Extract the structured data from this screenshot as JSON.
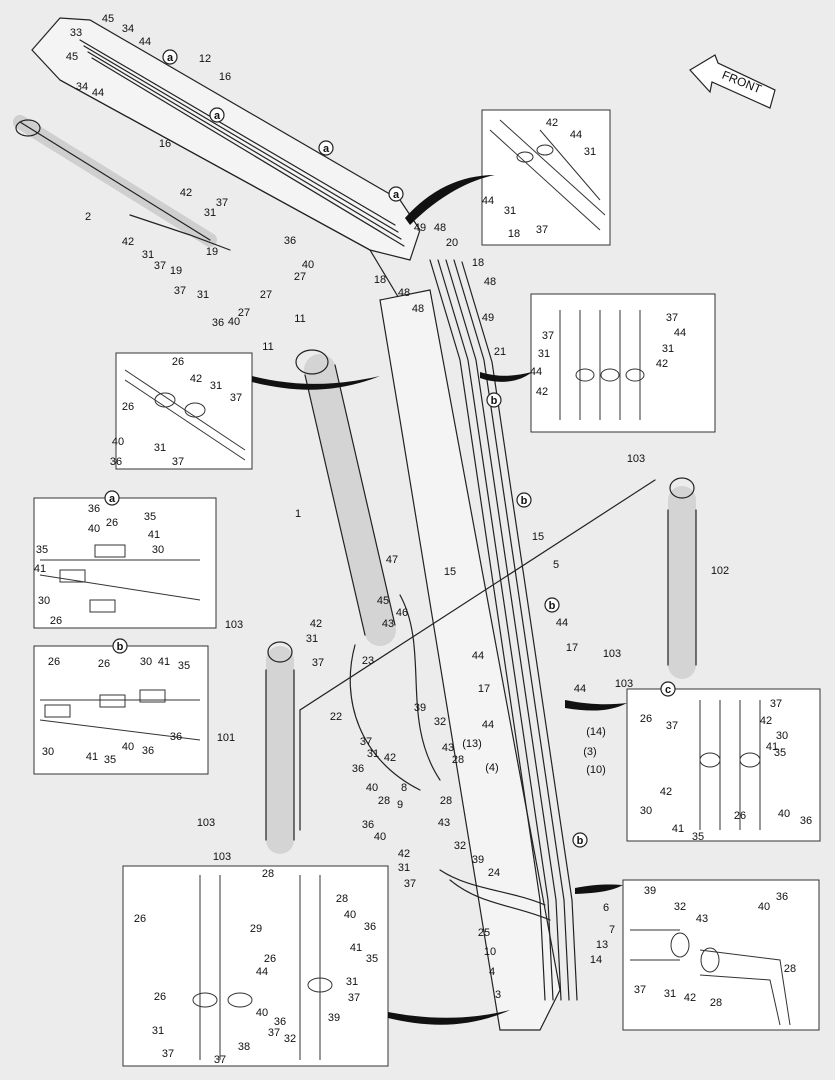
{
  "front_label": "FRONT",
  "callouts": [
    {
      "id": "45a",
      "text": "45"
    },
    {
      "id": "34a",
      "text": "34"
    },
    {
      "id": "33",
      "text": "33"
    },
    {
      "id": "44a",
      "text": "44"
    },
    {
      "id": "45b",
      "text": "45"
    },
    {
      "id": "34b",
      "text": "34"
    },
    {
      "id": "44b",
      "text": "44"
    },
    {
      "id": "12",
      "text": "12"
    },
    {
      "id": "16a",
      "text": "16"
    },
    {
      "id": "16b",
      "text": "16"
    },
    {
      "id": "2",
      "text": "2"
    },
    {
      "id": "42a",
      "text": "42"
    },
    {
      "id": "37a",
      "text": "37"
    },
    {
      "id": "31a",
      "text": "31"
    },
    {
      "id": "42b",
      "text": "42"
    },
    {
      "id": "31b",
      "text": "31"
    },
    {
      "id": "37b",
      "text": "37"
    },
    {
      "id": "19a",
      "text": "19"
    },
    {
      "id": "19b",
      "text": "19"
    },
    {
      "id": "37c",
      "text": "37"
    },
    {
      "id": "31c",
      "text": "31"
    },
    {
      "id": "36a",
      "text": "36"
    },
    {
      "id": "40a",
      "text": "40"
    },
    {
      "id": "27a",
      "text": "27"
    },
    {
      "id": "27b",
      "text": "27"
    },
    {
      "id": "27c",
      "text": "27"
    },
    {
      "id": "36b",
      "text": "36"
    },
    {
      "id": "40b",
      "text": "40"
    },
    {
      "id": "11a",
      "text": "11"
    },
    {
      "id": "11b",
      "text": "11"
    },
    {
      "id": "49a",
      "text": "49"
    },
    {
      "id": "48a",
      "text": "48"
    },
    {
      "id": "20",
      "text": "20"
    },
    {
      "id": "18a",
      "text": "18"
    },
    {
      "id": "48b",
      "text": "48"
    },
    {
      "id": "18b",
      "text": "18"
    },
    {
      "id": "48c",
      "text": "48"
    },
    {
      "id": "48d",
      "text": "48"
    },
    {
      "id": "49b",
      "text": "49"
    },
    {
      "id": "21",
      "text": "21"
    },
    {
      "id": "i1_42",
      "text": "42"
    },
    {
      "id": "i1_44a",
      "text": "44"
    },
    {
      "id": "i1_31a",
      "text": "31"
    },
    {
      "id": "i1_44b",
      "text": "44"
    },
    {
      "id": "i1_31b",
      "text": "31"
    },
    {
      "id": "i1_18",
      "text": "18"
    },
    {
      "id": "i1_37",
      "text": "37"
    },
    {
      "id": "i2_37a",
      "text": "37"
    },
    {
      "id": "i2_44a",
      "text": "44"
    },
    {
      "id": "i2_37b",
      "text": "37"
    },
    {
      "id": "i2_31a",
      "text": "31"
    },
    {
      "id": "i2_31b",
      "text": "31"
    },
    {
      "id": "i2_42a",
      "text": "42"
    },
    {
      "id": "i2_44b",
      "text": "44"
    },
    {
      "id": "i2_42b",
      "text": "42"
    },
    {
      "id": "i3_26",
      "text": "26"
    },
    {
      "id": "i3_42",
      "text": "42"
    },
    {
      "id": "i3_31a",
      "text": "31"
    },
    {
      "id": "i3_26b",
      "text": "26"
    },
    {
      "id": "i3_37a",
      "text": "37"
    },
    {
      "id": "i3_40",
      "text": "40"
    },
    {
      "id": "i3_31b",
      "text": "31"
    },
    {
      "id": "i3_36",
      "text": "36"
    },
    {
      "id": "i3_37b",
      "text": "37"
    },
    {
      "id": "ia_36",
      "text": "36"
    },
    {
      "id": "ia_35",
      "text": "35"
    },
    {
      "id": "ia_40",
      "text": "40"
    },
    {
      "id": "ia_26",
      "text": "26"
    },
    {
      "id": "ia_41a",
      "text": "41"
    },
    {
      "id": "ia_30a",
      "text": "30"
    },
    {
      "id": "ia_35b",
      "text": "35"
    },
    {
      "id": "ia_41b",
      "text": "41"
    },
    {
      "id": "ia_30b",
      "text": "30"
    },
    {
      "id": "ia_26b",
      "text": "26"
    },
    {
      "id": "ib_26a",
      "text": "26"
    },
    {
      "id": "ib_26b",
      "text": "26"
    },
    {
      "id": "ib_30a",
      "text": "30"
    },
    {
      "id": "ib_41a",
      "text": "41"
    },
    {
      "id": "ib_35a",
      "text": "35"
    },
    {
      "id": "ib_30b",
      "text": "30"
    },
    {
      "id": "ib_41b",
      "text": "41"
    },
    {
      "id": "ib_35b",
      "text": "35"
    },
    {
      "id": "ib_40",
      "text": "40"
    },
    {
      "id": "ib_36a",
      "text": "36"
    },
    {
      "id": "ib_36b",
      "text": "36"
    },
    {
      "id": "1",
      "text": "1"
    },
    {
      "id": "47",
      "text": "47"
    },
    {
      "id": "46",
      "text": "46"
    },
    {
      "id": "45c",
      "text": "45"
    },
    {
      "id": "43a",
      "text": "43"
    },
    {
      "id": "42c",
      "text": "42"
    },
    {
      "id": "31d",
      "text": "31"
    },
    {
      "id": "37d",
      "text": "37"
    },
    {
      "id": "23",
      "text": "23"
    },
    {
      "id": "22",
      "text": "22"
    },
    {
      "id": "15a",
      "text": "15"
    },
    {
      "id": "15b",
      "text": "15"
    },
    {
      "id": "5",
      "text": "5"
    },
    {
      "id": "17a",
      "text": "17"
    },
    {
      "id": "17b",
      "text": "17"
    },
    {
      "id": "44c",
      "text": "44"
    },
    {
      "id": "44d",
      "text": "44"
    },
    {
      "id": "44e",
      "text": "44"
    },
    {
      "id": "44f",
      "text": "44"
    },
    {
      "id": "103a",
      "text": "103"
    },
    {
      "id": "102",
      "text": "102"
    },
    {
      "id": "103b",
      "text": "103"
    },
    {
      "id": "103c",
      "text": "103"
    },
    {
      "id": "103d",
      "text": "103"
    },
    {
      "id": "101",
      "text": "101"
    },
    {
      "id": "103e",
      "text": "103"
    },
    {
      "id": "103f",
      "text": "103"
    },
    {
      "id": "39a",
      "text": "39"
    },
    {
      "id": "32a",
      "text": "32"
    },
    {
      "id": "37e",
      "text": "37"
    },
    {
      "id": "31e",
      "text": "31"
    },
    {
      "id": "43b",
      "text": "43"
    },
    {
      "id": "28a",
      "text": "28"
    },
    {
      "id": "36c",
      "text": "36"
    },
    {
      "id": "42d",
      "text": "42"
    },
    {
      "id": "40c",
      "text": "40"
    },
    {
      "id": "28b",
      "text": "28"
    },
    {
      "id": "9",
      "text": "9"
    },
    {
      "id": "8",
      "text": "8"
    },
    {
      "id": "28c",
      "text": "28"
    },
    {
      "id": "36d",
      "text": "36"
    },
    {
      "id": "40d",
      "text": "40"
    },
    {
      "id": "43c",
      "text": "43"
    },
    {
      "id": "32b",
      "text": "32"
    },
    {
      "id": "42e",
      "text": "42"
    },
    {
      "id": "39b",
      "text": "39"
    },
    {
      "id": "31f",
      "text": "31"
    },
    {
      "id": "37f",
      "text": "37"
    },
    {
      "id": "13p",
      "text": "(13)"
    },
    {
      "id": "4p",
      "text": "(4)"
    },
    {
      "id": "14p",
      "text": "(14)"
    },
    {
      "id": "3p",
      "text": "(3)"
    },
    {
      "id": "10p",
      "text": "(10)"
    },
    {
      "id": "24",
      "text": "24"
    },
    {
      "id": "25",
      "text": "25"
    },
    {
      "id": "6",
      "text": "6"
    },
    {
      "id": "7",
      "text": "7"
    },
    {
      "id": "13",
      "text": "13"
    },
    {
      "id": "14",
      "text": "14"
    },
    {
      "id": "10",
      "text": "10"
    },
    {
      "id": "4",
      "text": "4"
    },
    {
      "id": "3",
      "text": "3"
    },
    {
      "id": "ic_37a",
      "text": "37"
    },
    {
      "id": "ic_26",
      "text": "26"
    },
    {
      "id": "ic_37b",
      "text": "37"
    },
    {
      "id": "ic_42a",
      "text": "42"
    },
    {
      "id": "ic_30a",
      "text": "30"
    },
    {
      "id": "ic_41a",
      "text": "41"
    },
    {
      "id": "ic_35a",
      "text": "35"
    },
    {
      "id": "ic_42b",
      "text": "42"
    },
    {
      "id": "ic_30b",
      "text": "30"
    },
    {
      "id": "ic_41b",
      "text": "41"
    },
    {
      "id": "ic_35b",
      "text": "35"
    },
    {
      "id": "ic_26b",
      "text": "26"
    },
    {
      "id": "ic_40",
      "text": "40"
    },
    {
      "id": "ic_36",
      "text": "36"
    },
    {
      "id": "bl_28a",
      "text": "28"
    },
    {
      "id": "bl_28b",
      "text": "28"
    },
    {
      "id": "bl_26a",
      "text": "26"
    },
    {
      "id": "bl_40",
      "text": "40"
    },
    {
      "id": "bl_36a",
      "text": "36"
    },
    {
      "id": "bl_29",
      "text": "29"
    },
    {
      "id": "bl_41",
      "text": "41"
    },
    {
      "id": "bl_26b",
      "text": "26"
    },
    {
      "id": "bl_35",
      "text": "35"
    },
    {
      "id": "bl_44",
      "text": "44"
    },
    {
      "id": "bl_31a",
      "text": "31"
    },
    {
      "id": "bl_26c",
      "text": "26"
    },
    {
      "id": "bl_37a",
      "text": "37"
    },
    {
      "id": "bl_40b",
      "text": "40"
    },
    {
      "id": "bl_36b",
      "text": "36"
    },
    {
      "id": "bl_32",
      "text": "32"
    },
    {
      "id": "bl_39",
      "text": "39"
    },
    {
      "id": "bl_31b",
      "text": "31"
    },
    {
      "id": "bl_37b",
      "text": "37"
    },
    {
      "id": "bl_37c",
      "text": "37"
    },
    {
      "id": "bl_38",
      "text": "38"
    },
    {
      "id": "bl_37d",
      "text": "37"
    },
    {
      "id": "br_39",
      "text": "39"
    },
    {
      "id": "br_32",
      "text": "32"
    },
    {
      "id": "br_43",
      "text": "43"
    },
    {
      "id": "br_40",
      "text": "40"
    },
    {
      "id": "br_36",
      "text": "36"
    },
    {
      "id": "br_28a",
      "text": "28"
    },
    {
      "id": "br_37",
      "text": "37"
    },
    {
      "id": "br_31",
      "text": "31"
    },
    {
      "id": "br_42",
      "text": "42"
    },
    {
      "id": "br_28b",
      "text": "28"
    }
  ],
  "detail_markers": [
    {
      "id": "m1",
      "text": "a"
    },
    {
      "id": "m2",
      "text": "a"
    },
    {
      "id": "m3",
      "text": "a"
    },
    {
      "id": "m4",
      "text": "a"
    },
    {
      "id": "m5",
      "text": "b"
    },
    {
      "id": "m6",
      "text": "b"
    },
    {
      "id": "m7",
      "text": "b"
    },
    {
      "id": "m8",
      "text": "b"
    },
    {
      "id": "ma",
      "text": "a"
    },
    {
      "id": "mb",
      "text": "b"
    },
    {
      "id": "mc",
      "text": "c"
    }
  ]
}
